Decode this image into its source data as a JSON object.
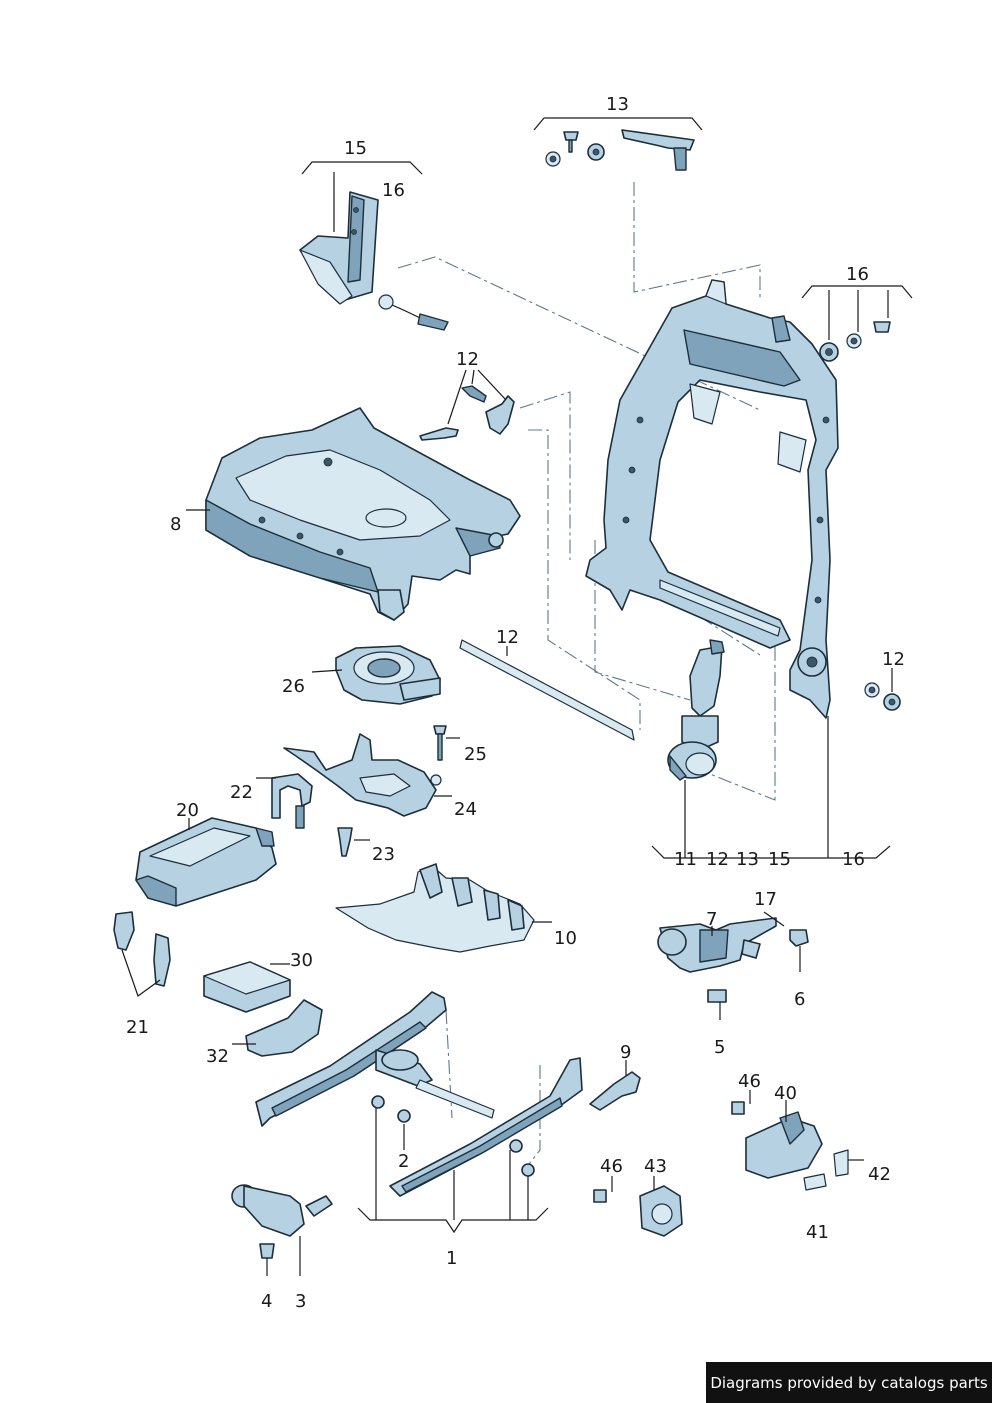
{
  "callouts": {
    "c1": "1",
    "c2": "2",
    "c3": "3",
    "c4": "4",
    "c5": "5",
    "c6": "6",
    "c7": "7",
    "c8": "8",
    "c9": "9",
    "c10": "10",
    "c11": "11",
    "c12a": "12",
    "c12b": "12",
    "c12c": "12",
    "c12d": "12",
    "c13a": "13",
    "c13b": "13",
    "c15a": "15",
    "c15b": "15",
    "c16a": "16",
    "c16b": "16",
    "c16c": "16",
    "c17": "17",
    "c20": "20",
    "c21": "21",
    "c22": "22",
    "c23": "23",
    "c24": "24",
    "c25": "25",
    "c26": "26",
    "c30": "30",
    "c32": "32",
    "c40": "40",
    "c41": "41",
    "c42": "42",
    "c43": "43",
    "c46a": "46",
    "c46b": "46"
  },
  "credit": "Diagrams provided by catalogs parts"
}
